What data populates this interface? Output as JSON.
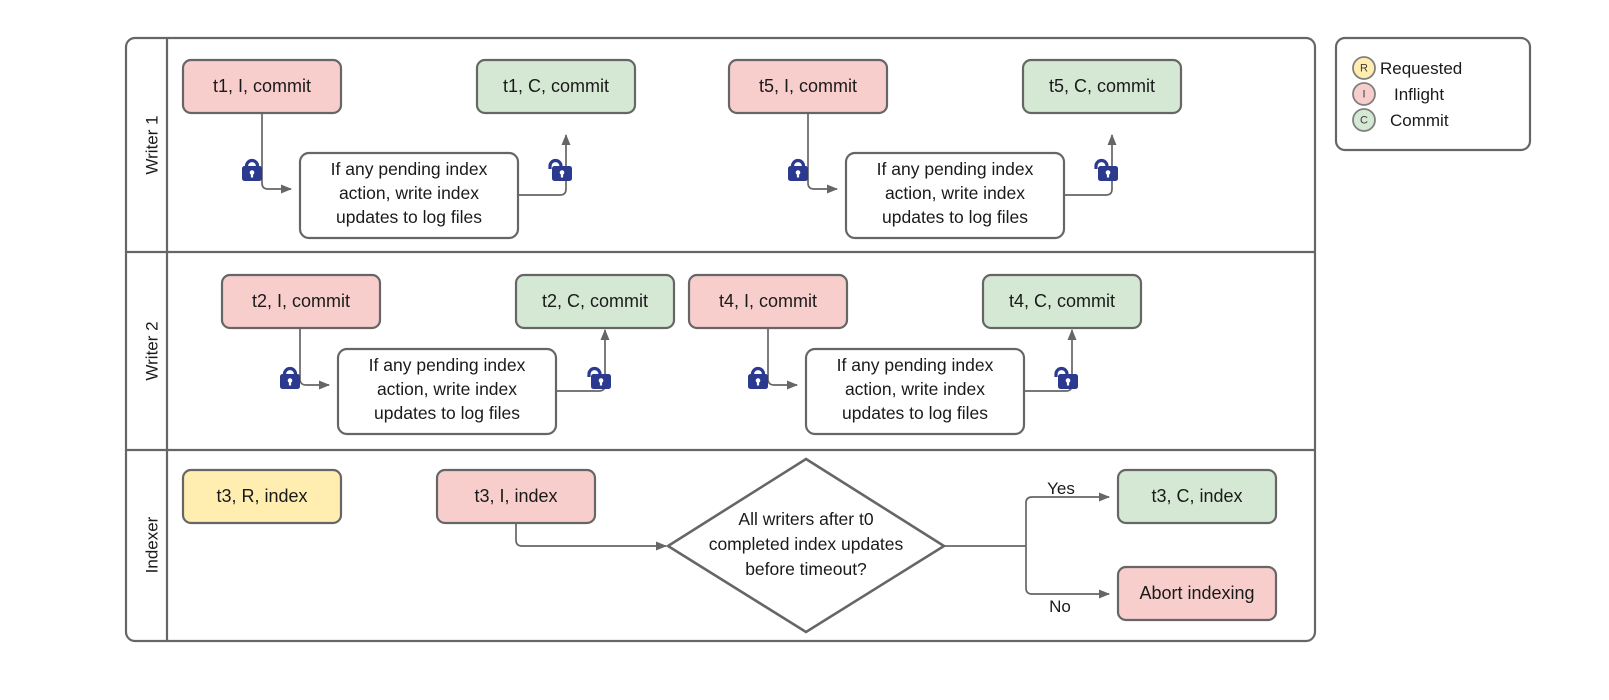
{
  "diagram": {
    "title": "Writer / Indexer concurrency swimlane flowchart",
    "colors": {
      "inflight": "#f8cecc",
      "commit": "#d5e8d4",
      "requested": "#ffeeb0",
      "stroke": "#666666",
      "lock": "#2b3a8f",
      "text": "#1a1a1a"
    },
    "lanes": [
      {
        "id": "writer-1",
        "label": "Writer 1",
        "nodes": [
          {
            "id": "w1-t1-i",
            "label": "t1, I, commit",
            "state": "inflight"
          },
          {
            "id": "w1-t1-c",
            "label": "t1, C, commit",
            "state": "commit"
          },
          {
            "id": "w1-t5-i",
            "label": "t5, I, commit",
            "state": "inflight"
          },
          {
            "id": "w1-t5-c",
            "label": "t5, C, commit",
            "state": "commit"
          }
        ],
        "processes": [
          {
            "id": "w1-proc-1",
            "lines": [
              "If any pending index",
              "action, write index",
              "updates to log files"
            ]
          },
          {
            "id": "w1-proc-2",
            "lines": [
              "If any pending index",
              "action, write index",
              "updates to log files"
            ]
          }
        ],
        "locks": [
          {
            "id": "w1-lock-1",
            "type": "locked"
          },
          {
            "id": "w1-unlock-1",
            "type": "unlocked"
          },
          {
            "id": "w1-lock-2",
            "type": "locked"
          },
          {
            "id": "w1-unlock-2",
            "type": "unlocked"
          }
        ]
      },
      {
        "id": "writer-2",
        "label": "Writer 2",
        "nodes": [
          {
            "id": "w2-t2-i",
            "label": "t2, I, commit",
            "state": "inflight"
          },
          {
            "id": "w2-t2-c",
            "label": "t2, C, commit",
            "state": "commit"
          },
          {
            "id": "w2-t4-i",
            "label": "t4, I, commit",
            "state": "inflight"
          },
          {
            "id": "w2-t4-c",
            "label": "t4, C, commit",
            "state": "commit"
          }
        ],
        "processes": [
          {
            "id": "w2-proc-1",
            "lines": [
              "If any pending index",
              "action, write index",
              "updates to log files"
            ]
          },
          {
            "id": "w2-proc-2",
            "lines": [
              "If any pending index",
              "action, write index",
              "updates to log files"
            ]
          }
        ],
        "locks": [
          {
            "id": "w2-lock-1",
            "type": "locked"
          },
          {
            "id": "w2-unlock-1",
            "type": "unlocked"
          },
          {
            "id": "w2-lock-2",
            "type": "locked"
          },
          {
            "id": "w2-unlock-2",
            "type": "unlocked"
          }
        ]
      },
      {
        "id": "indexer",
        "label": "Indexer",
        "nodes": [
          {
            "id": "ix-t3-r",
            "label": "t3, R, index",
            "state": "requested"
          },
          {
            "id": "ix-t3-i",
            "label": "t3, I, index",
            "state": "inflight"
          },
          {
            "id": "ix-t3-c",
            "label": "t3, C, index",
            "state": "commit"
          },
          {
            "id": "ix-abort",
            "label": "Abort indexing",
            "state": "inflight"
          }
        ],
        "decision": {
          "id": "ix-decision",
          "lines": [
            "All writers after t0",
            "completed index updates",
            "before timeout?"
          ]
        },
        "edge_labels": [
          {
            "id": "edge-yes",
            "label": "Yes"
          },
          {
            "id": "edge-no",
            "label": "No"
          }
        ]
      }
    ]
  },
  "legend": {
    "items": [
      {
        "id": "legend-requested",
        "letter": "R",
        "label": "Requested",
        "color": "#ffeeb0"
      },
      {
        "id": "legend-inflight",
        "letter": "I",
        "label": "Inflight",
        "color": "#f8cecc"
      },
      {
        "id": "legend-commit",
        "letter": "C",
        "label": "Commit",
        "color": "#d5e8d4"
      }
    ]
  }
}
